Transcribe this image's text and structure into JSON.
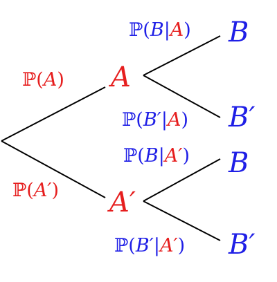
{
  "nodes": {
    "A": "A",
    "A_prime": "A′",
    "B_upper": "B",
    "B_prime_upper": "B′",
    "B_lower": "B",
    "B_prime_lower": "B′"
  },
  "probabilities": {
    "P_A": {
      "prefix": "ℙ(",
      "event": "A",
      "suffix": ")"
    },
    "P_A_prime": {
      "prefix": "ℙ(",
      "event": "A′",
      "suffix": ")"
    },
    "P_B_given_A": {
      "prefix": "ℙ(",
      "event": "B",
      "bar": "|",
      "cond": "A",
      "suffix": ")"
    },
    "P_Bp_given_A": {
      "prefix": "ℙ(",
      "event": "B′",
      "bar": "|",
      "cond": "A",
      "suffix": ")"
    },
    "P_B_given_Ap": {
      "prefix": "ℙ(",
      "event": "B",
      "bar": "|",
      "cond": "A′",
      "suffix": ")"
    },
    "P_Bp_given_Ap": {
      "prefix": "ℙ(",
      "event": "B′",
      "bar": "|",
      "cond": "A′",
      "suffix": ")"
    }
  },
  "colors": {
    "first_stage": "#e61e1e",
    "second_stage": "#1f1fe6",
    "lines": "#000000"
  }
}
